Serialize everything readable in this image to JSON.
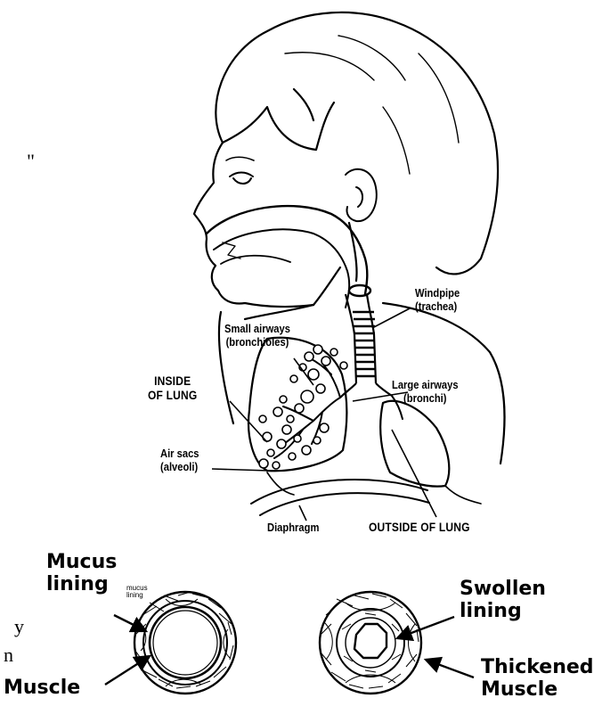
{
  "labels": {
    "windpipe": "Windpipe",
    "trachea": "(trachea)",
    "small_airways": "Small airways",
    "bronchioles": "(bronchioles)",
    "inside_1": "INSIDE",
    "inside_2": "OF LUNG",
    "large_airways": "Large airways",
    "bronchi": "(bronchi)",
    "air_sacs": "Air sacs",
    "alveoli": "(alveoli)",
    "diaphragm": "Diaphragm",
    "outside": "OUTSIDE OF LUNG",
    "mucus_1": "Mucus",
    "mucus_2": "lining",
    "mucus_small_1": "mucus",
    "mucus_small_2": "lining",
    "muscle": "Muscle",
    "swollen_1": "Swollen",
    "swollen_2": "lining",
    "thickened_1": "Thickened",
    "thickened_2": "Muscle",
    "stray_quote": "\"",
    "stray_y": "y",
    "stray_n": "n"
  }
}
